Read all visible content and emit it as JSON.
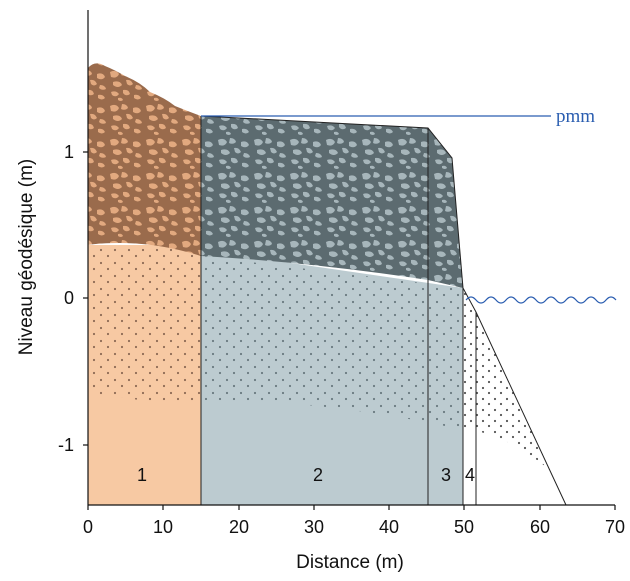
{
  "xaxis": {
    "label": "Distance (m)",
    "ticks": [
      "0",
      "10",
      "20",
      "30",
      "40",
      "50",
      "60",
      "70"
    ]
  },
  "yaxis": {
    "label": "Niveau géodésique (m)",
    "ticks": [
      "1",
      "0",
      "-1"
    ]
  },
  "annotation": {
    "text": "pmm",
    "color": "#2a5db0"
  },
  "zones": [
    {
      "label": "1",
      "fill": "#f7c9a3",
      "upper_fill": "#9a6b4c"
    },
    {
      "label": "2",
      "fill": "#bccbd0",
      "upper_fill": "#5c6b70"
    },
    {
      "label": "3",
      "fill": "#bccbd0",
      "upper_fill": "#5c6b70"
    },
    {
      "label": "4",
      "fill": "#ffffff",
      "upper_fill": "#ffffff"
    }
  ],
  "colors": {
    "axis": "#111111",
    "water_line": "#2a5db0"
  }
}
